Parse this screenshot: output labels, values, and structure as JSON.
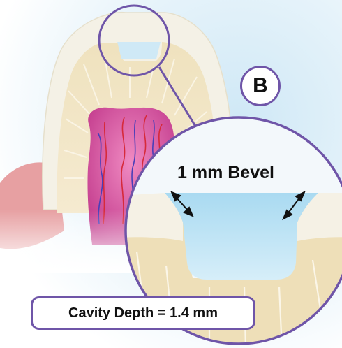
{
  "panel_label": "B",
  "bevel_label": "1 mm Bevel",
  "cavity_depth_label": "Cavity Depth = 1.4 mm",
  "colors": {
    "outline": "#6f55a8",
    "enamel": "#f3f0e6",
    "dentin": "#eedfb8",
    "pulp": "#d2479a",
    "cavity": "#bfe3f4",
    "gum": "#e7a0a2"
  },
  "icons": [
    "double-arrow-icon",
    "double-arrow-icon"
  ]
}
